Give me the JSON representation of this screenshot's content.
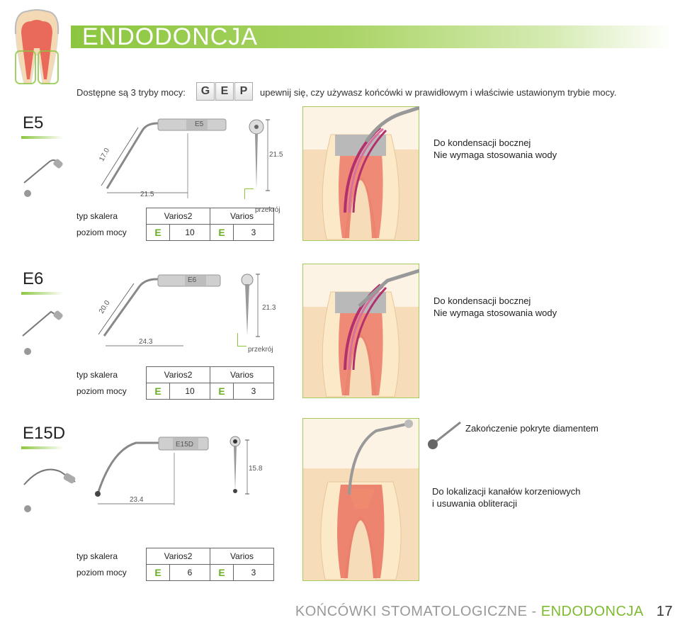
{
  "header": {
    "title": "ENDODONCJA",
    "modes_label": "Dostępne są 3 tryby mocy:",
    "modes": [
      "G",
      "E",
      "P"
    ],
    "modes_note": "upewnij się, czy używasz końcówki w prawidłowym i właściwie ustawionym trybie mocy."
  },
  "labels": {
    "scaler_type": "typ skalera",
    "power_level": "poziom mocy",
    "varios2": "Varios2",
    "varios": "Varios",
    "section": "przekrój"
  },
  "tips": [
    {
      "name": "E5",
      "engraving": "E5",
      "length_vertical": "17.0",
      "length_horizontal": "21.5",
      "section_length": "21.5",
      "desc_line1": "Do kondensacji bocznej",
      "desc_line2": "Nie wymaga stosowania wody",
      "power": [
        {
          "mode": "E",
          "value": "10"
        },
        {
          "mode": "E",
          "value": "3"
        }
      ]
    },
    {
      "name": "E6",
      "engraving": "E6",
      "length_vertical": "20.0",
      "length_horizontal": "24.3",
      "section_length": "21.3",
      "desc_line1": "Do kondensacji bocznej",
      "desc_line2": "Nie wymaga stosowania wody",
      "power": [
        {
          "mode": "E",
          "value": "10"
        },
        {
          "mode": "E",
          "value": "3"
        }
      ]
    },
    {
      "name": "E15D",
      "engraving": "E15D",
      "length_horizontal": "23.4",
      "section_length": "15.8",
      "diamond_note": "Zakończenie pokryte diamentem",
      "desc_line1": "Do lokalizacji kanałów korzeniowych",
      "desc_line2": "i usuwania obliteracji",
      "power": [
        {
          "mode": "E",
          "value": "6"
        },
        {
          "mode": "E",
          "value": "3"
        }
      ]
    }
  ],
  "footer": {
    "left": "KOŃCÓWKI STOMATOLOGICZNE - ",
    "right": "ENDODONCJA",
    "page": "17"
  },
  "colors": {
    "accent_green": "#8cc63f",
    "tooth_pink": "#e96a5a",
    "gum": "#f2c9a8",
    "bone": "#f6dcb9"
  }
}
